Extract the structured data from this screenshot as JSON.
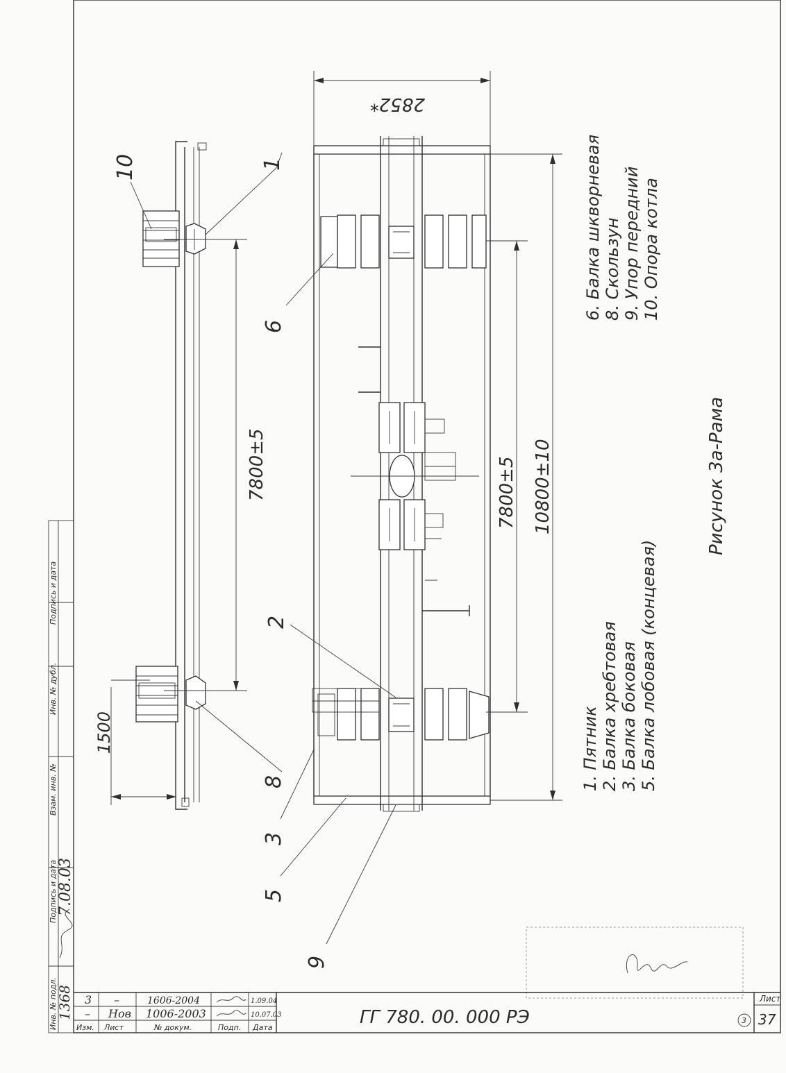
{
  "figure": {
    "caption": "Рисунок 3а-Рама",
    "legend_left": [
      "1. Пятник",
      "2. Балка хребтовая",
      "3. Балка боковая",
      "5. Балка лобовая (концевая)"
    ],
    "legend_right": [
      "6. Балка шкворневая",
      "8. Скользун",
      "9. Упор передний",
      "10. Опора котла"
    ],
    "callouts": [
      "10",
      "1",
      "6",
      "2",
      "8",
      "3",
      "5",
      "9"
    ],
    "dimensions": {
      "top_width": "2852*",
      "side_span": "7800±5",
      "height_1500": "1500",
      "plan_span": "7800±5",
      "overall_length": "10800±10"
    }
  },
  "side_table": {
    "labels": [
      "Инв. № подл.",
      "Подпись и дата",
      "Взам. инв. №",
      "Инв. № дубл.",
      "Подпись и дата"
    ],
    "entries": [
      "1368",
      "7.08.03"
    ]
  },
  "title_block": {
    "rows": [
      {
        "izm": "3",
        "list": "–",
        "doc": "1606-2004",
        "podp": "",
        "data": "1.09.04"
      },
      {
        "izm": "–",
        "list": "Нов",
        "doc": "1006-2003",
        "podp": "",
        "data": "10.07.03"
      }
    ],
    "headers": {
      "izm": "Изм.",
      "list": "Лист",
      "doc": "№ докум.",
      "podp": "Подп.",
      "data": "Дата"
    },
    "designation": "ГГ 780. 00. 000 РЭ",
    "sheet_label": "Лист",
    "sheet_number": "37",
    "circle_mark": "3"
  }
}
